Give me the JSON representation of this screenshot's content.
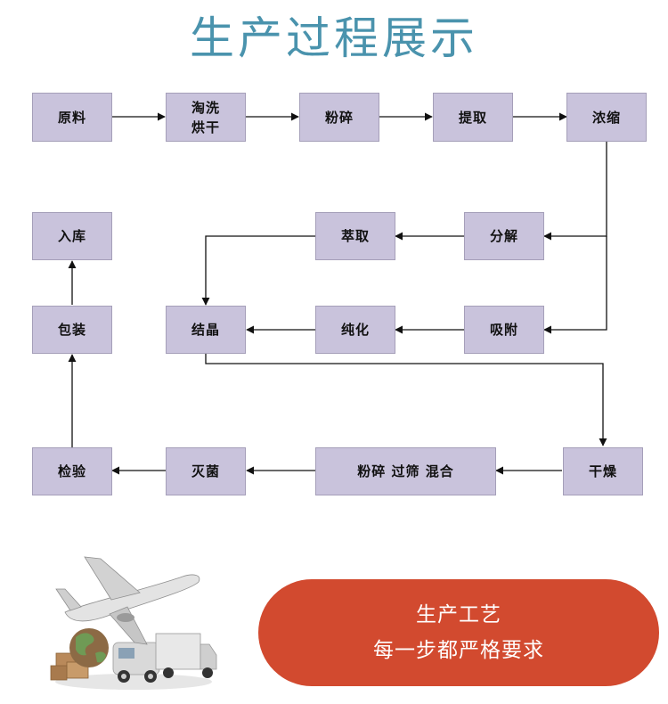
{
  "title": "生产过程展示",
  "steps": {
    "raw_material": "原料",
    "wash_dry": "淘洗\n烘干",
    "crush": "粉碎",
    "extract": "提取",
    "concentrate": "浓缩",
    "decompose": "分解",
    "leach": "萃取",
    "adsorb": "吸附",
    "purify": "纯化",
    "crystallize": "结晶",
    "dry": "干燥",
    "crush_sieve_mix": "粉碎  过筛  混合",
    "sterilize": "灭菌",
    "inspect": "检验",
    "package": "包装",
    "warehouse": "入库"
  },
  "banner": {
    "line1": "生产工艺",
    "line2": "每一步都严格要求"
  },
  "colors": {
    "title": "#4a93ad",
    "node_fill": "#c9c3dc",
    "banner": "#d24a2f"
  }
}
